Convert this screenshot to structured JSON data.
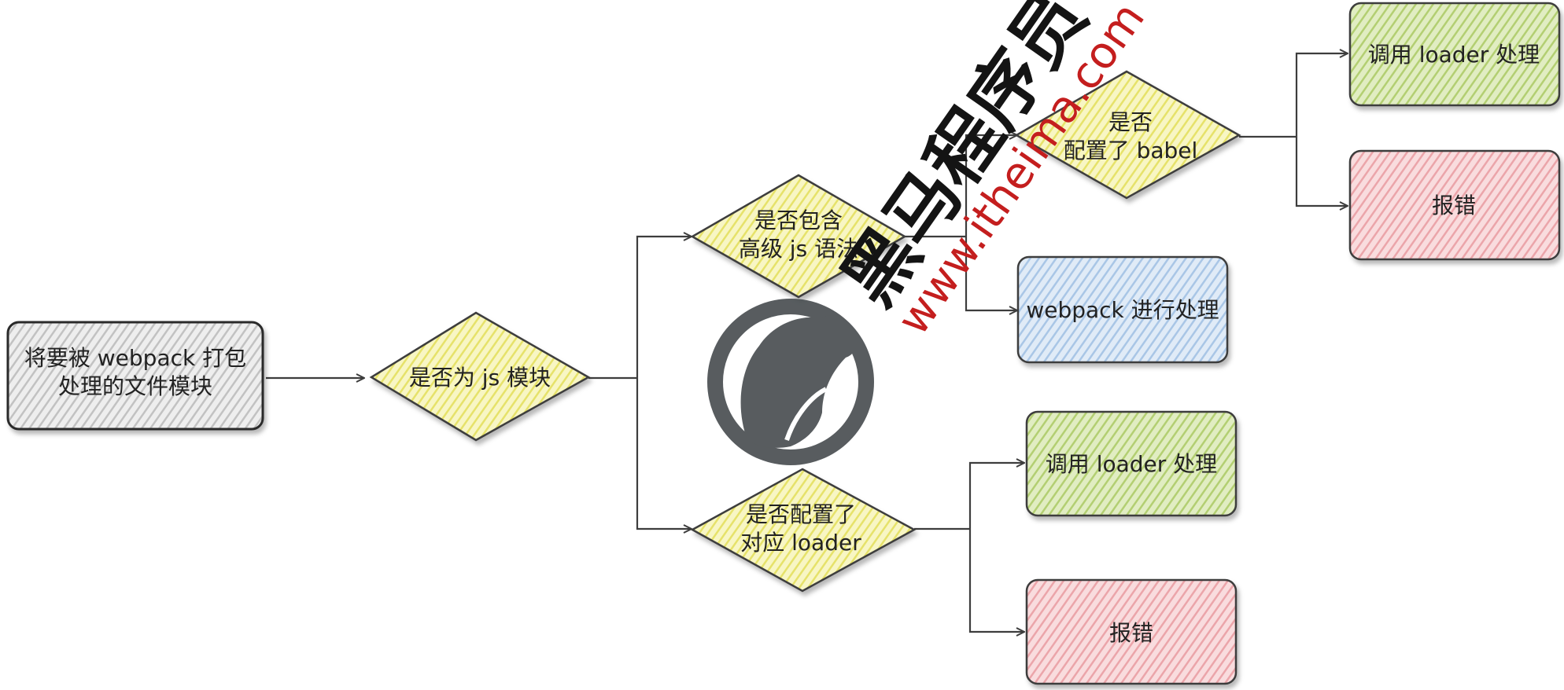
{
  "colors": {
    "gray_fill": "#d8d8d8",
    "yellow_fill": "#f2ef8c",
    "green_fill": "#c6dc8e",
    "red_fill": "#f1b9bd",
    "blue_fill": "#c3d8ef",
    "stroke": "#3d3d3d",
    "watermark_text": "#141414",
    "watermark_url": "#c41e1e",
    "logo": "#4a4f52"
  },
  "flowchart": {
    "nodes": [
      {
        "id": "start",
        "shape": "rect",
        "fill": "gray",
        "lines": [
          "将要被 webpack 打包",
          "处理的文件模块"
        ]
      },
      {
        "id": "is_js",
        "shape": "diamond",
        "fill": "yellow",
        "lines": [
          "是否为 js 模块"
        ]
      },
      {
        "id": "adv_syntax",
        "shape": "diamond",
        "fill": "yellow",
        "lines": [
          "是否包含",
          "高级 js 语法"
        ]
      },
      {
        "id": "loader_cfg",
        "shape": "diamond",
        "fill": "yellow",
        "lines": [
          "是否配置了",
          "对应 loader"
        ]
      },
      {
        "id": "babel_cfg",
        "shape": "diamond",
        "fill": "yellow",
        "lines": [
          "是否",
          "配置了 babel"
        ]
      },
      {
        "id": "call_loader_top",
        "shape": "rect",
        "fill": "green",
        "lines": [
          "调用 loader 处理"
        ]
      },
      {
        "id": "error_top",
        "shape": "rect",
        "fill": "red",
        "lines": [
          "报错"
        ]
      },
      {
        "id": "webpack_proc",
        "shape": "rect",
        "fill": "blue",
        "lines": [
          "webpack 进行处理"
        ]
      },
      {
        "id": "call_loader_bottom",
        "shape": "rect",
        "fill": "green",
        "lines": [
          "调用 loader 处理"
        ]
      },
      {
        "id": "error_bottom",
        "shape": "rect",
        "fill": "red",
        "lines": [
          "报错"
        ]
      }
    ],
    "edges": [
      {
        "from": "start",
        "to": "is_js"
      },
      {
        "from": "is_js",
        "to": "adv_syntax"
      },
      {
        "from": "is_js",
        "to": "loader_cfg"
      },
      {
        "from": "adv_syntax",
        "to": "babel_cfg"
      },
      {
        "from": "adv_syntax",
        "to": "webpack_proc"
      },
      {
        "from": "babel_cfg",
        "to": "call_loader_top"
      },
      {
        "from": "babel_cfg",
        "to": "error_top"
      },
      {
        "from": "loader_cfg",
        "to": "call_loader_bottom"
      },
      {
        "from": "loader_cfg",
        "to": "error_bottom"
      }
    ]
  },
  "watermark": {
    "brand": "黑马程序员",
    "url": "www.itheima.com"
  }
}
